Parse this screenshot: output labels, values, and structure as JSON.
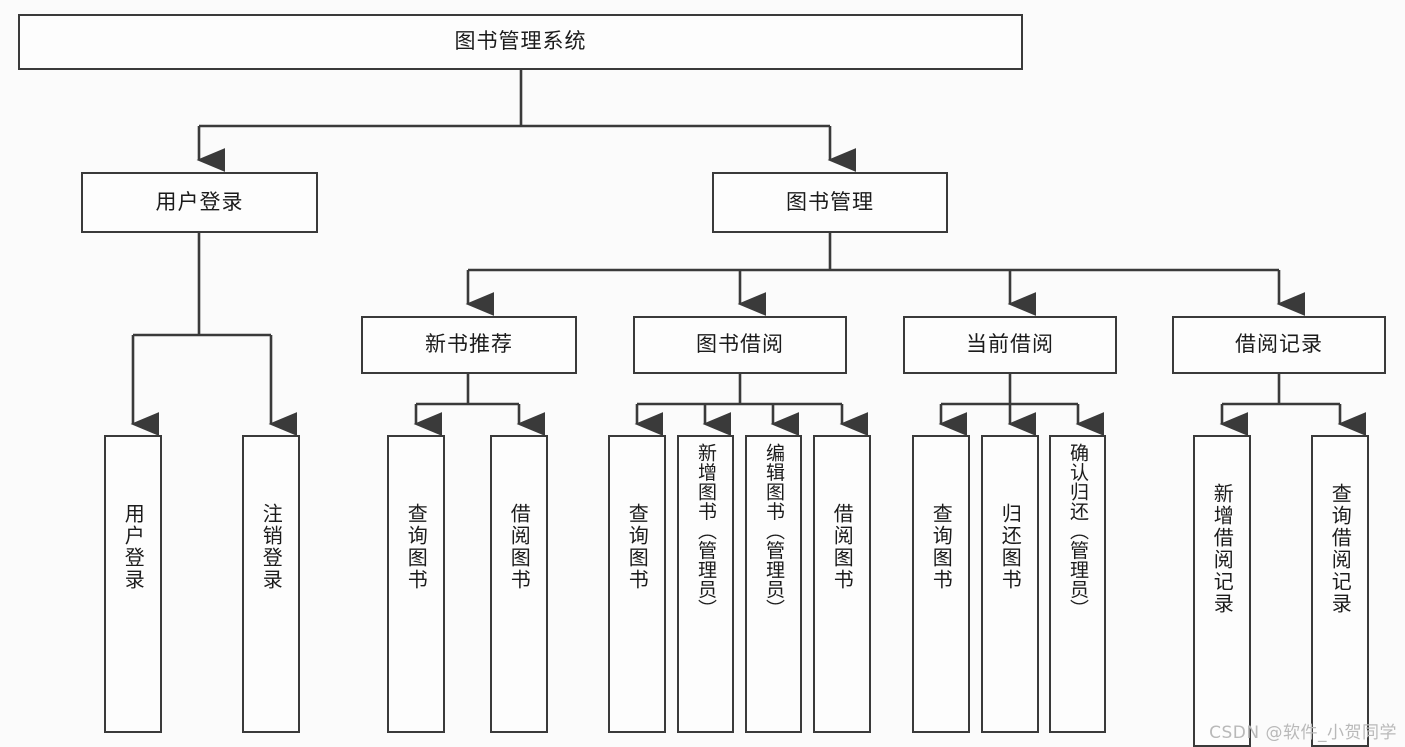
{
  "diagram": {
    "title": "图书管理系统",
    "type": "tree-hierarchy-flowchart",
    "watermark": "CSDN @软件_小贺同学",
    "colors": {
      "background": "#fbfbfb",
      "box_fill": "#fdfdfd",
      "box_border": "#3a3a3a",
      "connector": "#3a3a3a",
      "text": "#1b1b1b",
      "watermark": "#b9b9b9"
    },
    "root": {
      "label": "图书管理系统"
    },
    "level2": [
      {
        "label": "用户登录"
      },
      {
        "label": "图书管理"
      }
    ],
    "level3": [
      {
        "label": "新书推荐"
      },
      {
        "label": "图书借阅"
      },
      {
        "label": "当前借阅"
      },
      {
        "label": "借阅记录"
      }
    ],
    "leaves": {
      "user_login": [
        {
          "label": "用户登录"
        },
        {
          "label": "注销登录"
        }
      ],
      "new_book_recommend": [
        {
          "label": "查询图书"
        },
        {
          "label": "借阅图书"
        }
      ],
      "book_borrow": [
        {
          "label": "查询图书"
        },
        {
          "label": "新增图书（管理员）"
        },
        {
          "label": "编辑图书（管理员）"
        },
        {
          "label": "借阅图书"
        }
      ],
      "current_borrow": [
        {
          "label": "查询图书"
        },
        {
          "label": "归还图书"
        },
        {
          "label": "确认归还（管理员）"
        }
      ],
      "borrow_record": [
        {
          "label": "新增借阅记录"
        },
        {
          "label": "查询借阅记录"
        }
      ]
    }
  }
}
